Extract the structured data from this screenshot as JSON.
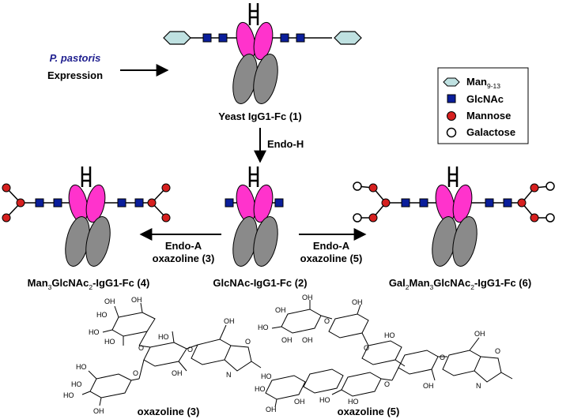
{
  "expression": {
    "organism": "P. pastoris",
    "method": "Expression"
  },
  "legend": {
    "items": [
      {
        "icon": "hexagon",
        "label": "Man",
        "sub": "9-13",
        "color": "#bfe1e1"
      },
      {
        "icon": "square",
        "label": "GlcNAc",
        "color": "#0a1e9b"
      },
      {
        "icon": "circle-filled",
        "label": "Mannose",
        "color": "#d6201f"
      },
      {
        "icon": "circle-open",
        "label": "Galactose",
        "color": "#ffffff"
      }
    ]
  },
  "colors": {
    "fab_pink": "#ff33cc",
    "fc_gray": "#8a8a8a"
  },
  "compounds": {
    "yeast": "Yeast IgG1-Fc (1)",
    "glcnac": "GlcNAc-IgG1-Fc (2)",
    "man3_pre": "Man",
    "man3_s1": "3",
    "man3_mid": "GlcNAc",
    "man3_s2": "2",
    "man3_post": "-IgG1-Fc (4)",
    "gal_pre": "Gal",
    "gal_s1": "2",
    "gal_mid": "Man",
    "gal_s2": "3",
    "gal_mid2": "GlcNAc",
    "gal_s3": "2",
    "gal_post": "-IgG1-Fc (6)"
  },
  "arrows": {
    "endo_h": "Endo-H",
    "left_enzyme": "Endo-A",
    "left_donor": "oxazoline (3)",
    "right_enzyme": "Endo-A",
    "right_donor": "oxazoline (5)"
  },
  "structures": {
    "ox3_label": "oxazoline (3)",
    "ox5_label": "oxazoline (5)",
    "hydroxyl": "OH",
    "ho": "HO",
    "ring_oxygen": "O",
    "nitrogen": "N"
  }
}
